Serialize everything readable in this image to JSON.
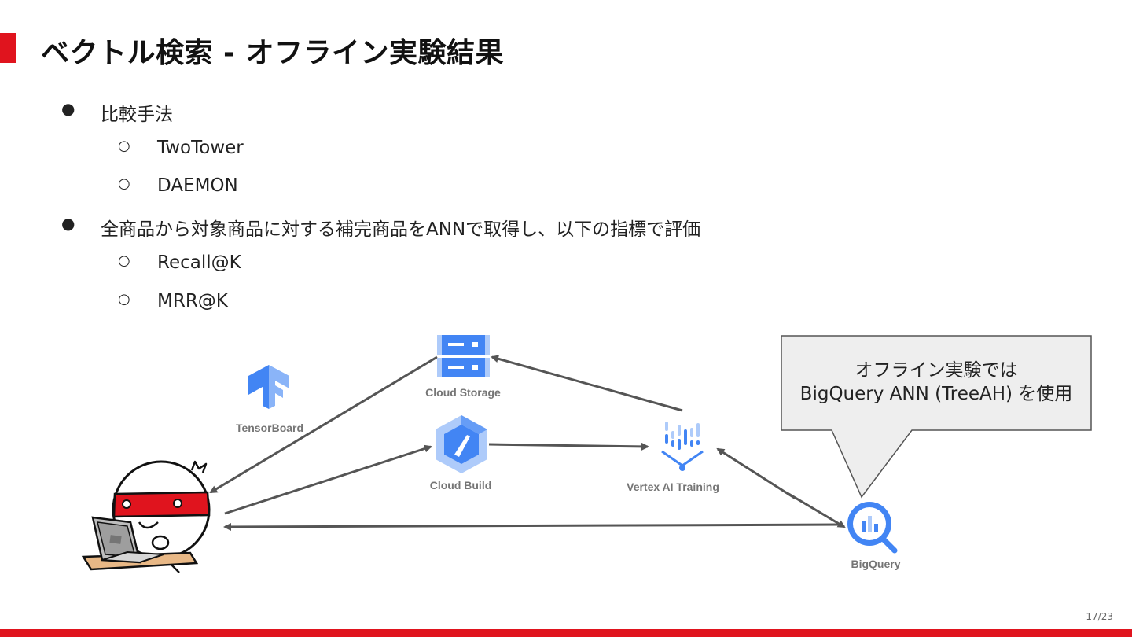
{
  "slide": {
    "title": "ベクトル検索 - オフライン実験結果",
    "page_number": "17/23",
    "accent_color": "#e0141e"
  },
  "bullets": [
    {
      "text": "比較手法",
      "children": [
        {
          "text": "TwoTower"
        },
        {
          "text": "DAEMON"
        }
      ]
    },
    {
      "text": "全商品から対象商品に対する補完商品をANNで取得し、以下の指標で評価",
      "children": [
        {
          "text": "Recall@K"
        },
        {
          "text": "MRR@K"
        }
      ]
    }
  ],
  "diagram": {
    "nodes": {
      "tensorboard": {
        "label": "TensorBoard",
        "icon": "tensorboard-icon"
      },
      "cloud_storage": {
        "label": "Cloud Storage",
        "icon": "cloud-storage-icon"
      },
      "cloud_build": {
        "label": "Cloud Build",
        "icon": "cloud-build-icon"
      },
      "vertex_ai": {
        "label": "Vertex AI Training",
        "icon": "vertex-ai-icon"
      },
      "bigquery": {
        "label": "BigQuery",
        "icon": "bigquery-icon"
      },
      "developer": {
        "icon": "ninja-developer-mascot"
      }
    },
    "callout": {
      "line1": "オフライン実験では",
      "line2": "BigQuery ANN (TreeAH) を使用"
    },
    "colors": {
      "google_blue": "#4285f4",
      "light_blue": "#aecbfa",
      "arrow": "#555555"
    }
  }
}
